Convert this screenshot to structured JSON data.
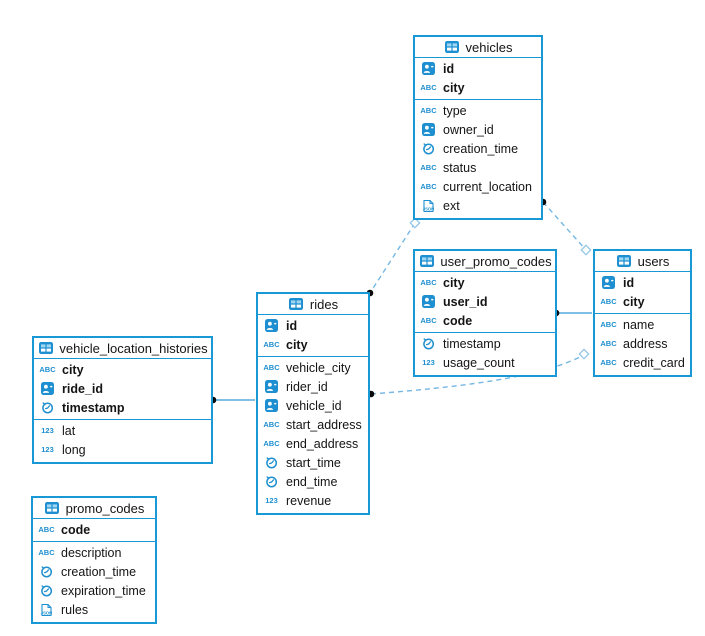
{
  "diagram": {
    "kind": "entity-relationship-diagram",
    "tables": [
      {
        "name": "vehicles",
        "columns": [
          {
            "name": "id",
            "type": "uid",
            "key": true
          },
          {
            "name": "city",
            "type": "text",
            "key": true
          },
          {
            "name": "type",
            "type": "text",
            "key": false
          },
          {
            "name": "owner_id",
            "type": "uid",
            "key": false
          },
          {
            "name": "creation_time",
            "type": "time",
            "key": false
          },
          {
            "name": "status",
            "type": "text",
            "key": false
          },
          {
            "name": "current_location",
            "type": "text",
            "key": false
          },
          {
            "name": "ext",
            "type": "json",
            "key": false
          }
        ]
      },
      {
        "name": "user_promo_codes",
        "columns": [
          {
            "name": "city",
            "type": "text",
            "key": true
          },
          {
            "name": "user_id",
            "type": "uid",
            "key": true
          },
          {
            "name": "code",
            "type": "text",
            "key": true
          },
          {
            "name": "timestamp",
            "type": "time",
            "key": false
          },
          {
            "name": "usage_count",
            "type": "number",
            "key": false
          }
        ]
      },
      {
        "name": "users",
        "columns": [
          {
            "name": "id",
            "type": "uid",
            "key": true
          },
          {
            "name": "city",
            "type": "text",
            "key": true
          },
          {
            "name": "name",
            "type": "text",
            "key": false
          },
          {
            "name": "address",
            "type": "text",
            "key": false
          },
          {
            "name": "credit_card",
            "type": "text",
            "key": false
          }
        ]
      },
      {
        "name": "rides",
        "columns": [
          {
            "name": "id",
            "type": "uid",
            "key": true
          },
          {
            "name": "city",
            "type": "text",
            "key": true
          },
          {
            "name": "vehicle_city",
            "type": "text",
            "key": false
          },
          {
            "name": "rider_id",
            "type": "uid",
            "key": false
          },
          {
            "name": "vehicle_id",
            "type": "uid",
            "key": false
          },
          {
            "name": "start_address",
            "type": "text",
            "key": false
          },
          {
            "name": "end_address",
            "type": "text",
            "key": false
          },
          {
            "name": "start_time",
            "type": "time",
            "key": false
          },
          {
            "name": "end_time",
            "type": "time",
            "key": false
          },
          {
            "name": "revenue",
            "type": "number",
            "key": false
          }
        ]
      },
      {
        "name": "vehicle_location_histories",
        "columns": [
          {
            "name": "city",
            "type": "text",
            "key": true
          },
          {
            "name": "ride_id",
            "type": "uid",
            "key": true
          },
          {
            "name": "timestamp",
            "type": "time",
            "key": true
          },
          {
            "name": "lat",
            "type": "number",
            "key": false
          },
          {
            "name": "long",
            "type": "number",
            "key": false
          }
        ]
      },
      {
        "name": "promo_codes",
        "columns": [
          {
            "name": "code",
            "type": "text",
            "key": true
          },
          {
            "name": "description",
            "type": "text",
            "key": false
          },
          {
            "name": "creation_time",
            "type": "time",
            "key": false
          },
          {
            "name": "expiration_time",
            "type": "time",
            "key": false
          },
          {
            "name": "rules",
            "type": "json",
            "key": false
          }
        ]
      }
    ],
    "relationships": [
      {
        "from": "vehicles",
        "to": "users",
        "style": "dashed"
      },
      {
        "from": "vehicles",
        "to": "rides",
        "style": "dashed"
      },
      {
        "from": "rides",
        "to": "users",
        "style": "dashed"
      },
      {
        "from": "user_promo_codes",
        "to": "users",
        "style": "solid"
      },
      {
        "from": "vehicle_location_histories",
        "to": "rides",
        "style": "solid"
      }
    ],
    "icon_labels": {
      "text": "ABC",
      "number": "123",
      "json": "JSON"
    },
    "colors": {
      "table_border": "#1899d6",
      "icon_blue": "#1e8fd0",
      "connector_dashed": "#74b7e2",
      "connector_solid": "#56abdd",
      "endpoint_dot": "#0a0a0a",
      "text": "#141414"
    }
  }
}
